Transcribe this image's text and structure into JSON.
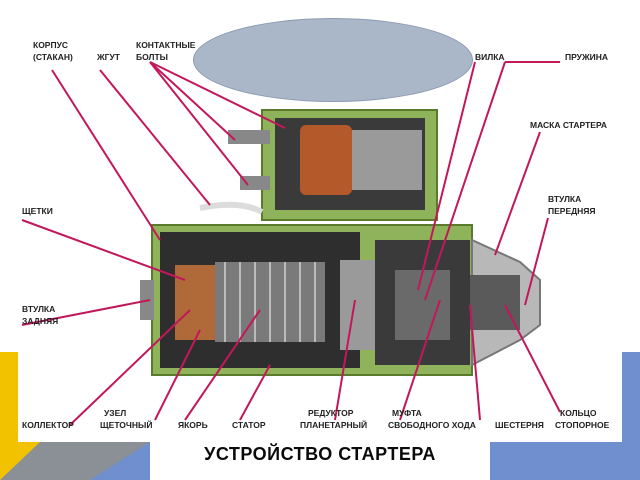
{
  "title": "УСТРОЙСТВО СТАРТЕРА",
  "labels": {
    "korpus_1": "КОРПУС",
    "korpus_2": "(СТАКАН)",
    "zhgut": "ЖГУТ",
    "kontakt_1": "КОНТАКТНЫЕ",
    "kontakt_2": "БОЛТЫ",
    "vilka": "ВИЛКА",
    "pruzhina": "ПРУЖИНА",
    "maska": "МАСКА СТАРТЕРА",
    "vtulka_per_1": "ВТУЛКА",
    "vtulka_per_2": "ПЕРЕДНЯЯ",
    "shchetki": "ЩЕТКИ",
    "vtulka_zad_1": "ВТУЛКА",
    "vtulka_zad_2": "ЗАДНЯЯ",
    "kollektor": "КОЛЛЕКТОР",
    "uzel_1": "УЗЕЛ",
    "uzel_2": "ЩЕТОЧНЫЙ",
    "yakor": "ЯКОРЬ",
    "stator": "СТАТОР",
    "reduktor_1": "РЕДУКТОР",
    "reduktor_2": "ПЛАНЕТАРНЫЙ",
    "mufta_1": "МУФТА",
    "mufta_2": "СВОБОДНОГО ХОДА",
    "shesternya": "ШЕСТЕРНЯ",
    "koltso_1": "КОЛЬЦО",
    "koltso_2": "СТОПОРНОЕ"
  },
  "colors": {
    "leader": "#c2185b",
    "housing": "#8fb35a",
    "accent_blue": "#6f8fcf",
    "accent_yellow": "#f2c200"
  }
}
